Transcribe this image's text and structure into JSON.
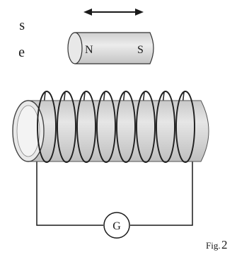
{
  "fragments": {
    "top": "s",
    "bottom": "e"
  },
  "magnet": {
    "north_label": "N",
    "south_label": "S"
  },
  "galvanometer": {
    "label": "G"
  },
  "figure": {
    "caption_prefix": "Fig.",
    "caption_number": "2"
  },
  "colors": {
    "ink": "#1a1a1a",
    "coil": "#2a2a2a",
    "cylinder_fill": "#d9d9d9",
    "cylinder_dark": "#bdbdbd",
    "magnet_fill": "#e0e0e0"
  },
  "icons": {
    "motion_arrow": "double-headed-arrow-icon"
  }
}
